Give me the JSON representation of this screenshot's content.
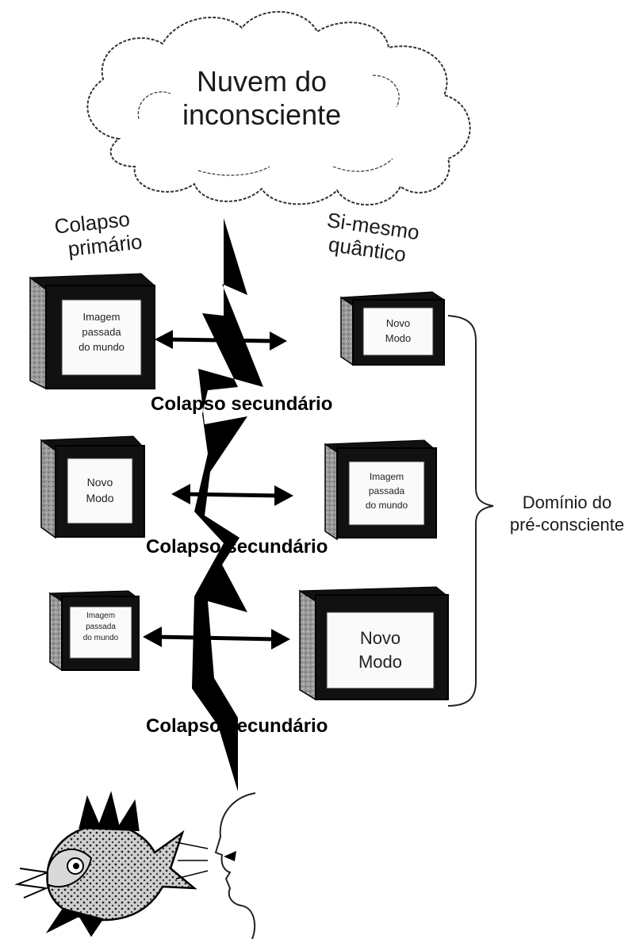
{
  "cloud": {
    "title_line1": "Nuvem do",
    "title_line2": "inconsciente"
  },
  "left_label": {
    "line1": "Colapso",
    "line2": "primário"
  },
  "right_label": {
    "line1": "Si-mesmo",
    "line2": "quântico"
  },
  "collapse_labels": [
    "Colapso secundário",
    "Colapso secundário",
    "Colapso secundário"
  ],
  "boxes": {
    "row1_left": [
      "Imagem",
      "passada",
      "do mundo"
    ],
    "row1_right": [
      "Novo",
      "Modo"
    ],
    "row2_left": [
      "Novo",
      "Modo"
    ],
    "row2_right": [
      "Imagem",
      "passada",
      "do mundo"
    ],
    "row3_left": [
      "Imagem",
      "passada",
      "do mundo"
    ],
    "row3_right": [
      "Novo",
      "Modo"
    ]
  },
  "domain": {
    "line1": "Domínio do",
    "line2": "pré-consciente"
  },
  "icons": [
    "cloud-icon",
    "lightning-bolt-icon",
    "double-arrow-icon",
    "box-icon",
    "fish-icon",
    "face-profile-icon",
    "bracket-icon"
  ],
  "colors": {
    "ink": "#111111",
    "box_face": "#222222",
    "box_side": "#8a8a8a",
    "paper": "#ffffff"
  }
}
